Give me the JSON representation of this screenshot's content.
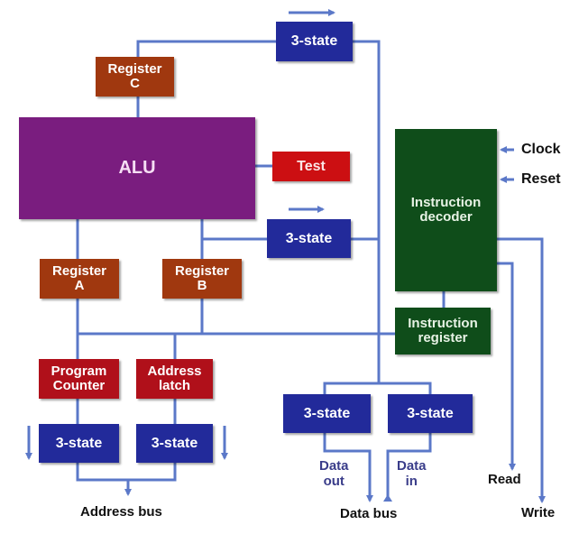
{
  "diagram": {
    "title": "",
    "colors": {
      "wire": "#5b78c8",
      "register": "#a0380f",
      "counter_latch": "#b0101a",
      "three_state": "#222a9a",
      "alu": "#7a1d7f",
      "decoder": "#0f4d1a",
      "test": "#cc0f12"
    },
    "blocks": {
      "register_c": "Register\nC",
      "tri_top": "3-state",
      "alu": "ALU",
      "test": "Test",
      "tri_mid": "3-state",
      "instruction_decoder": "Instruction\ndecoder",
      "register_a": "Register\nA",
      "register_b": "Register\nB",
      "instruction_register": "Instruction\nregister",
      "program_counter": "Program\nCounter",
      "address_latch": "Address\nlatch",
      "tri_pc": "3-state",
      "tri_latch": "3-state",
      "tri_data_out": "3-state",
      "tri_data_in": "3-state"
    },
    "labels": {
      "clock": "Clock",
      "reset": "Reset",
      "read": "Read",
      "write": "Write",
      "data_out": "Data\nout",
      "data_in": "Data\nin",
      "data_bus": "Data bus",
      "address_bus": "Address bus"
    }
  }
}
